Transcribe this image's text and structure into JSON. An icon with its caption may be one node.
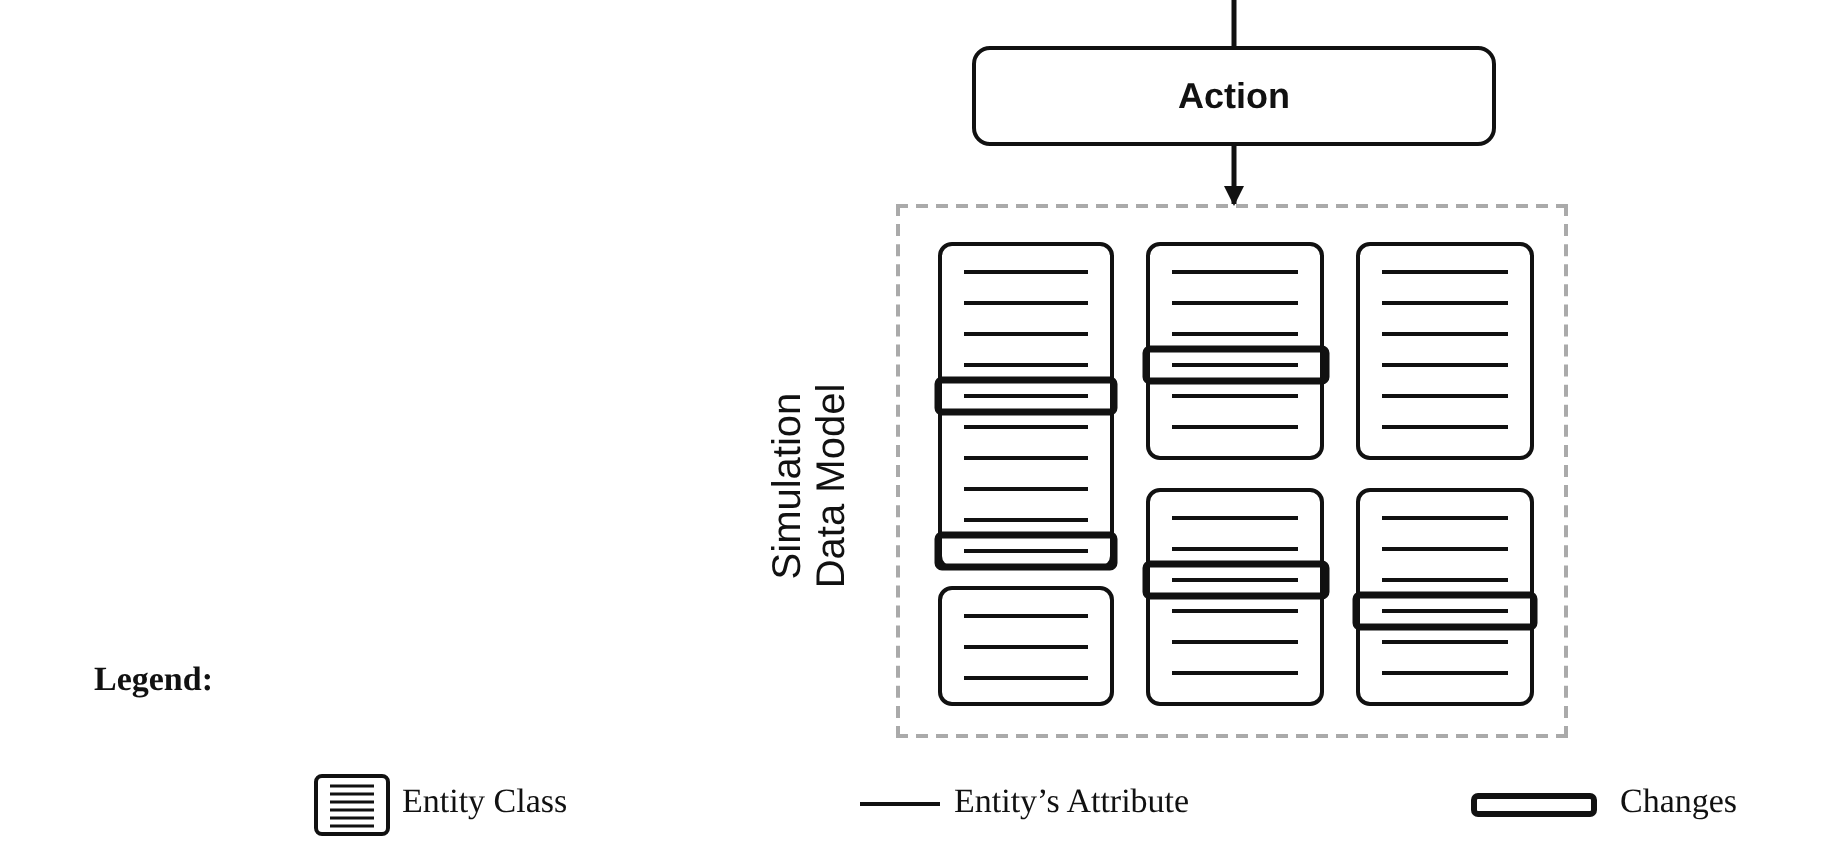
{
  "diagram": {
    "nodes": [
      {
        "text": [
          "Action"
        ]
      },
      {
        "text": [
          "Simulation Data Model"
        ]
      },
      {
        "text": [],
        "shape": "box",
        "in": 1
      },
      {
        "text": [],
        "shape": "box",
        "in": 1
      },
      {
        "text": [],
        "shape": "box",
        "in": 1
      },
      {
        "text": [],
        "shape": "box",
        "in": 1
      },
      {
        "text": [],
        "shape": "box",
        "in": 1
      },
      {
        "text": [],
        "shape": "box",
        "in": 1
      }
    ],
    "edges": [
      {
        "from": null,
        "to": 0,
        "arrow": "none"
      },
      {
        "from": 0,
        "to": 1,
        "arrow": "to"
      }
    ],
    "labels": [
      "Legend:"
    ],
    "legend": [
      {
        "text": "Entity Class"
      },
      {
        "text": "Entity’s Attribute"
      },
      {
        "text": "Changes"
      }
    ]
  }
}
